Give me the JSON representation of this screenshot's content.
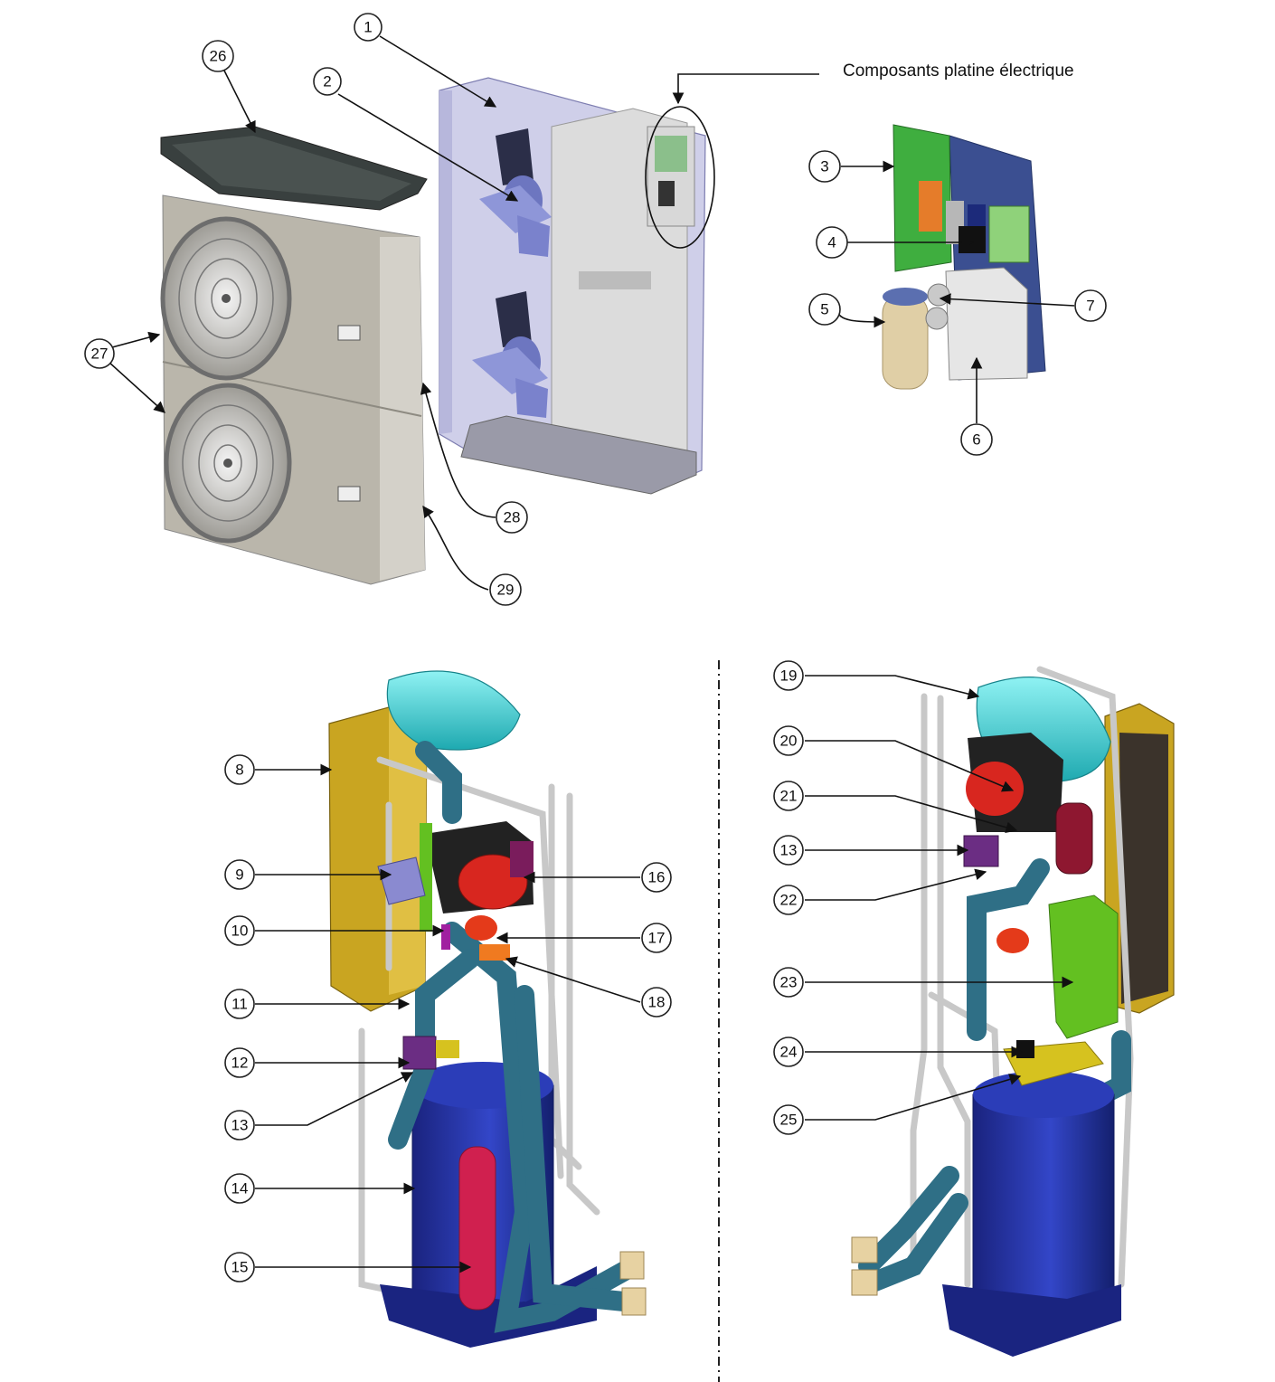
{
  "title": "Composants platine électrique",
  "callouts": [
    "1",
    "2",
    "3",
    "4",
    "5",
    "6",
    "7",
    "8",
    "9",
    "10",
    "11",
    "12",
    "13",
    "14",
    "15",
    "16",
    "17",
    "18",
    "19",
    "20",
    "21",
    "22",
    "23",
    "24",
    "25",
    "26",
    "27",
    "28",
    "29"
  ],
  "colors": {
    "panel_grey": "#b9b5aa",
    "frame_lavender": "#c9c8e6",
    "fan_blue": "#7f87c8",
    "board_green": "#3fae3f",
    "board_plate": "#3b4f91",
    "tank_cyan": "#2fc3c8",
    "exchanger_gold": "#c9a521",
    "pipe_teal": "#2f6f86",
    "pump_red": "#d8261f",
    "compressor_blue": "#1f2f9c",
    "filter_crimson": "#d0204f",
    "green_exchanger": "#63c021"
  }
}
